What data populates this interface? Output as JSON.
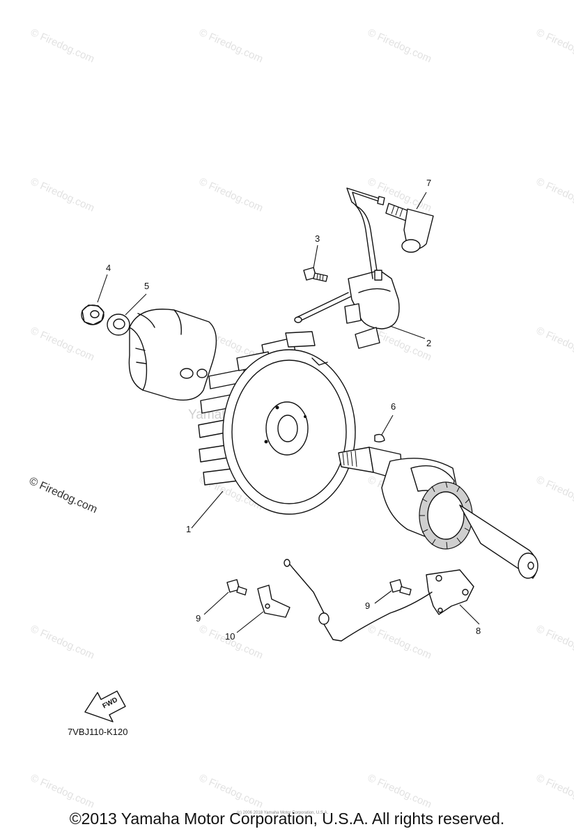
{
  "watermarks": {
    "tile_text": "© Firedog.com",
    "left_text": "© Firedog.com",
    "center_text": "Yamaha Motor Corp, U.S.A."
  },
  "callouts": {
    "p1": "1",
    "p2": "2",
    "p3": "3",
    "p4": "4",
    "p5": "5",
    "p6": "6",
    "p7": "7",
    "p8": "8",
    "p9a": "9",
    "p9b": "9",
    "p10": "10"
  },
  "fwd_label": "FWD",
  "drawing_code": "7VBJ110-K120",
  "tiny_copyright": "(c) 2006 2018 Yamaha Motor Corporation, U.S.A.",
  "copyright": "©2013 Yamaha Motor Corporation, U.S.A. All rights reserved."
}
